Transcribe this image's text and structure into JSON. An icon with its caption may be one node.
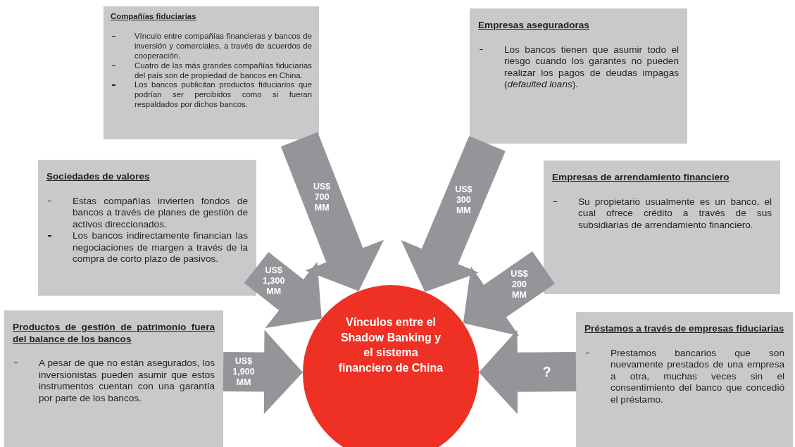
{
  "diagram": {
    "nodes": [
      {
        "text": [
          "Compañías fiduciarias",
          "Vínculo entre compañías financieras y bancos de inversión y comerciales, a través de acuerdos de cooperación.",
          "Cuatro de las más grandes compañías fiduciarias del país son de propiedad de bancos en China.",
          "Los bancos publicitan productos fiduciarios que podrían ser percibidos como si fueran respaldados por dichos bancos."
        ]
      },
      {
        "text": [
          "Empresas aseguradoras",
          "Los bancos tienen que asumir todo el riesgo cuando los garantes no pueden realizar los pagos de deudas impagas (*defaulted loans*)."
        ]
      },
      {
        "text": [
          "Sociedades de valores",
          "Estas compañías invierten fondos de bancos a través de planes de gestión de activos direccionados.",
          "Los bancos indirectamente financian las negociaciones de margen a través de la compra de corto plazo de pasivos."
        ]
      },
      {
        "text": [
          "Empresas de arrendamiento financiero",
          "Su propietario usualmente es un banco, el cual ofrece crédito a través de sus subsidiarias de arrendamiento financiero."
        ]
      },
      {
        "text": [
          "Productos de gestión de patrimonio fuera del balance de los bancos",
          "A pesar de que no están asegurados, los inversionistas pueden asumir que estos instrumentos cuentan con una garantía por parte de los bancos."
        ]
      },
      {
        "text": [
          "Préstamos a través de empresas fiduciarias",
          "Prestamos bancarios que son nuevamente prestados de una empresa a otra, muchas veces sin el consentimiento del banco que concedió el préstamo."
        ]
      },
      {
        "text": [
          "Vínculos entre el Shadow Banking y el sistema financiero de China"
        ]
      }
    ],
    "edges": [
      {
        "from": 0,
        "to": 6,
        "arrow": "to",
        "label": "US$ 700 MM"
      },
      {
        "from": 1,
        "to": 6,
        "arrow": "to",
        "label": "US$ 300 MM"
      },
      {
        "from": 2,
        "to": 6,
        "arrow": "to",
        "label": "US$ 1,300 MM"
      },
      {
        "from": 3,
        "to": 6,
        "arrow": "to",
        "label": "US$ 200 MM"
      },
      {
        "from": 4,
        "to": 6,
        "arrow": "to",
        "label": "US$ 1,900 MM"
      },
      {
        "from": 5,
        "to": 6,
        "arrow": "to",
        "label": "?"
      }
    ]
  }
}
